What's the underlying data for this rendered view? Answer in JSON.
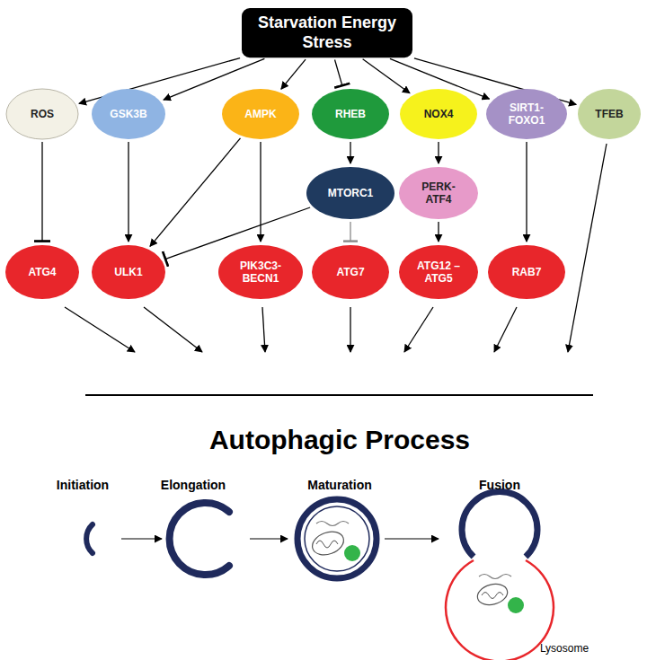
{
  "diagram": {
    "nodes": [
      {
        "text": [
          "Starvation Energy Stress"
        ]
      },
      {
        "text": [
          "ROS"
        ]
      },
      {
        "text": [
          "GSK3B"
        ]
      },
      {
        "text": [
          "AMPK"
        ]
      },
      {
        "text": [
          "RHEB"
        ]
      },
      {
        "text": [
          "NOX4"
        ]
      },
      {
        "text": [
          "SIRT1-FOXO1"
        ]
      },
      {
        "text": [
          "TFEB"
        ]
      },
      {
        "text": [
          "MTORC1"
        ]
      },
      {
        "text": [
          "PERK-ATF4"
        ]
      },
      {
        "text": [
          "ATG4"
        ]
      },
      {
        "text": [
          "ULK1"
        ]
      },
      {
        "text": [
          "PIK3C3-BECN1"
        ]
      },
      {
        "text": [
          "ATG7"
        ]
      },
      {
        "text": [
          "ATG12 –ATG5"
        ]
      },
      {
        "text": [
          "RAB7"
        ]
      }
    ],
    "edges": [
      {
        "from": 0,
        "to": 1,
        "arrow": "to"
      },
      {
        "from": 0,
        "to": 2,
        "arrow": "to"
      },
      {
        "from": 0,
        "to": 3,
        "arrow": "to"
      },
      {
        "from": 0,
        "to": 4,
        "arrow": "to"
      },
      {
        "from": 0,
        "to": 5,
        "arrow": "to"
      },
      {
        "from": 0,
        "to": 6,
        "arrow": "to"
      },
      {
        "from": 0,
        "to": 7,
        "arrow": "to"
      },
      {
        "from": 1,
        "to": 10,
        "arrow": "to"
      },
      {
        "from": 2,
        "to": 11,
        "arrow": "to"
      },
      {
        "from": 3,
        "to": 11,
        "arrow": "to"
      },
      {
        "from": 3,
        "to": 12,
        "arrow": "to"
      },
      {
        "from": 4,
        "to": 8,
        "arrow": "to"
      },
      {
        "from": 8,
        "to": 11,
        "arrow": "to"
      },
      {
        "from": 8,
        "to": 13,
        "arrow": "to"
      },
      {
        "from": 5,
        "to": 9,
        "arrow": "to"
      },
      {
        "from": 9,
        "to": 14,
        "arrow": "to"
      },
      {
        "from": 6,
        "to": 15,
        "arrow": "to"
      }
    ],
    "labels": [
      "Autophagic Process",
      "Initiation",
      "Elongation",
      "Maturation",
      "Fusion",
      "Lysosome"
    ]
  }
}
